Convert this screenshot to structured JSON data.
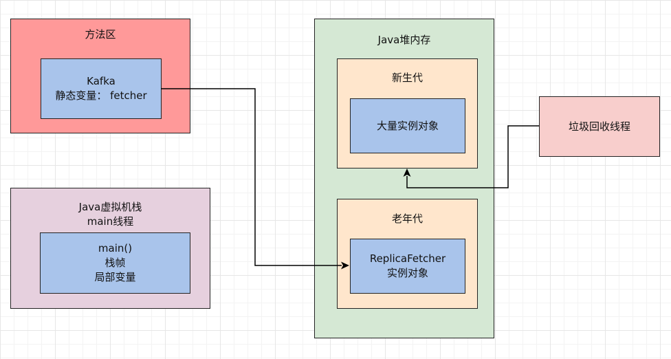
{
  "method_area": {
    "title": "方法区",
    "kafka_box": {
      "line1": "Kafka",
      "line2": "静态变量： fetcher"
    }
  },
  "jvm_stack": {
    "title_line1": "Java虚拟机栈",
    "title_line2": "main线程",
    "frame_box": {
      "line1": "main()",
      "line2": "栈帧",
      "line3": "局部变量"
    }
  },
  "heap": {
    "title": "Java堆内存",
    "young_gen": {
      "title": "新生代",
      "inner": "大量实例对象"
    },
    "old_gen": {
      "title": "老年代",
      "inner_line1": "ReplicaFetcher",
      "inner_line2": "实例对象"
    }
  },
  "gc_thread": {
    "label": "垃圾回收线程"
  },
  "colors": {
    "method_area_fill": "#ff9999",
    "stack_fill": "#e6d0de",
    "heap_fill": "#d5e8d4",
    "gen_fill": "#ffe6cc",
    "inner_fill": "#a9c4eb",
    "gc_fill": "#f8cecc"
  }
}
